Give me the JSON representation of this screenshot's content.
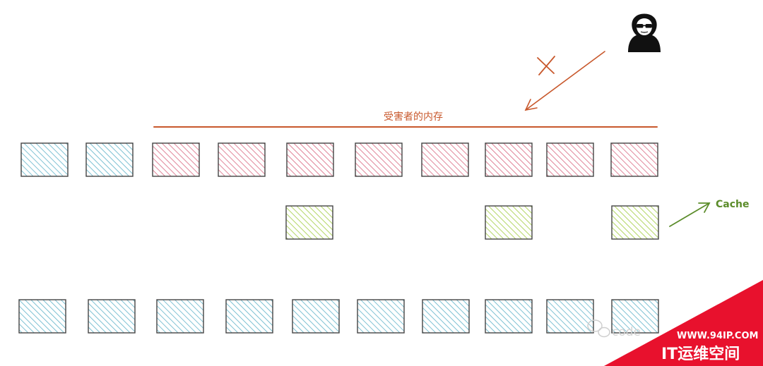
{
  "diagram": {
    "victim_memory_label": "受害者的内存",
    "cache_label": "Cache",
    "blocked_mark": "×",
    "colors": {
      "blue": "#5fb3c9",
      "pink": "#d9677f",
      "green": "#9fcb3c",
      "orange": "#c8582c",
      "cache_arrow": "#5b8c2a"
    },
    "rows": [
      {
        "name": "memory-row",
        "slots": [
          "blue",
          "blue",
          "pink",
          "pink",
          "pink",
          "pink",
          "pink",
          "pink",
          "pink",
          "pink"
        ]
      },
      {
        "name": "cache-row",
        "slots": [
          null,
          null,
          null,
          null,
          "green",
          null,
          null,
          "green",
          null,
          "green"
        ]
      },
      {
        "name": "probe-row",
        "slots": [
          "blue",
          "blue",
          "blue",
          "blue",
          "blue",
          "blue",
          "blue",
          "blue",
          "blue",
          "blue"
        ]
      }
    ],
    "attacker_icon": "hooded-hacker-icon"
  },
  "watermark": {
    "text": "code",
    "icon": "wechat-icon"
  },
  "badge": {
    "url": "WWW.94IP.COM",
    "name": "IT运维空间",
    "color": "#e8112d"
  }
}
